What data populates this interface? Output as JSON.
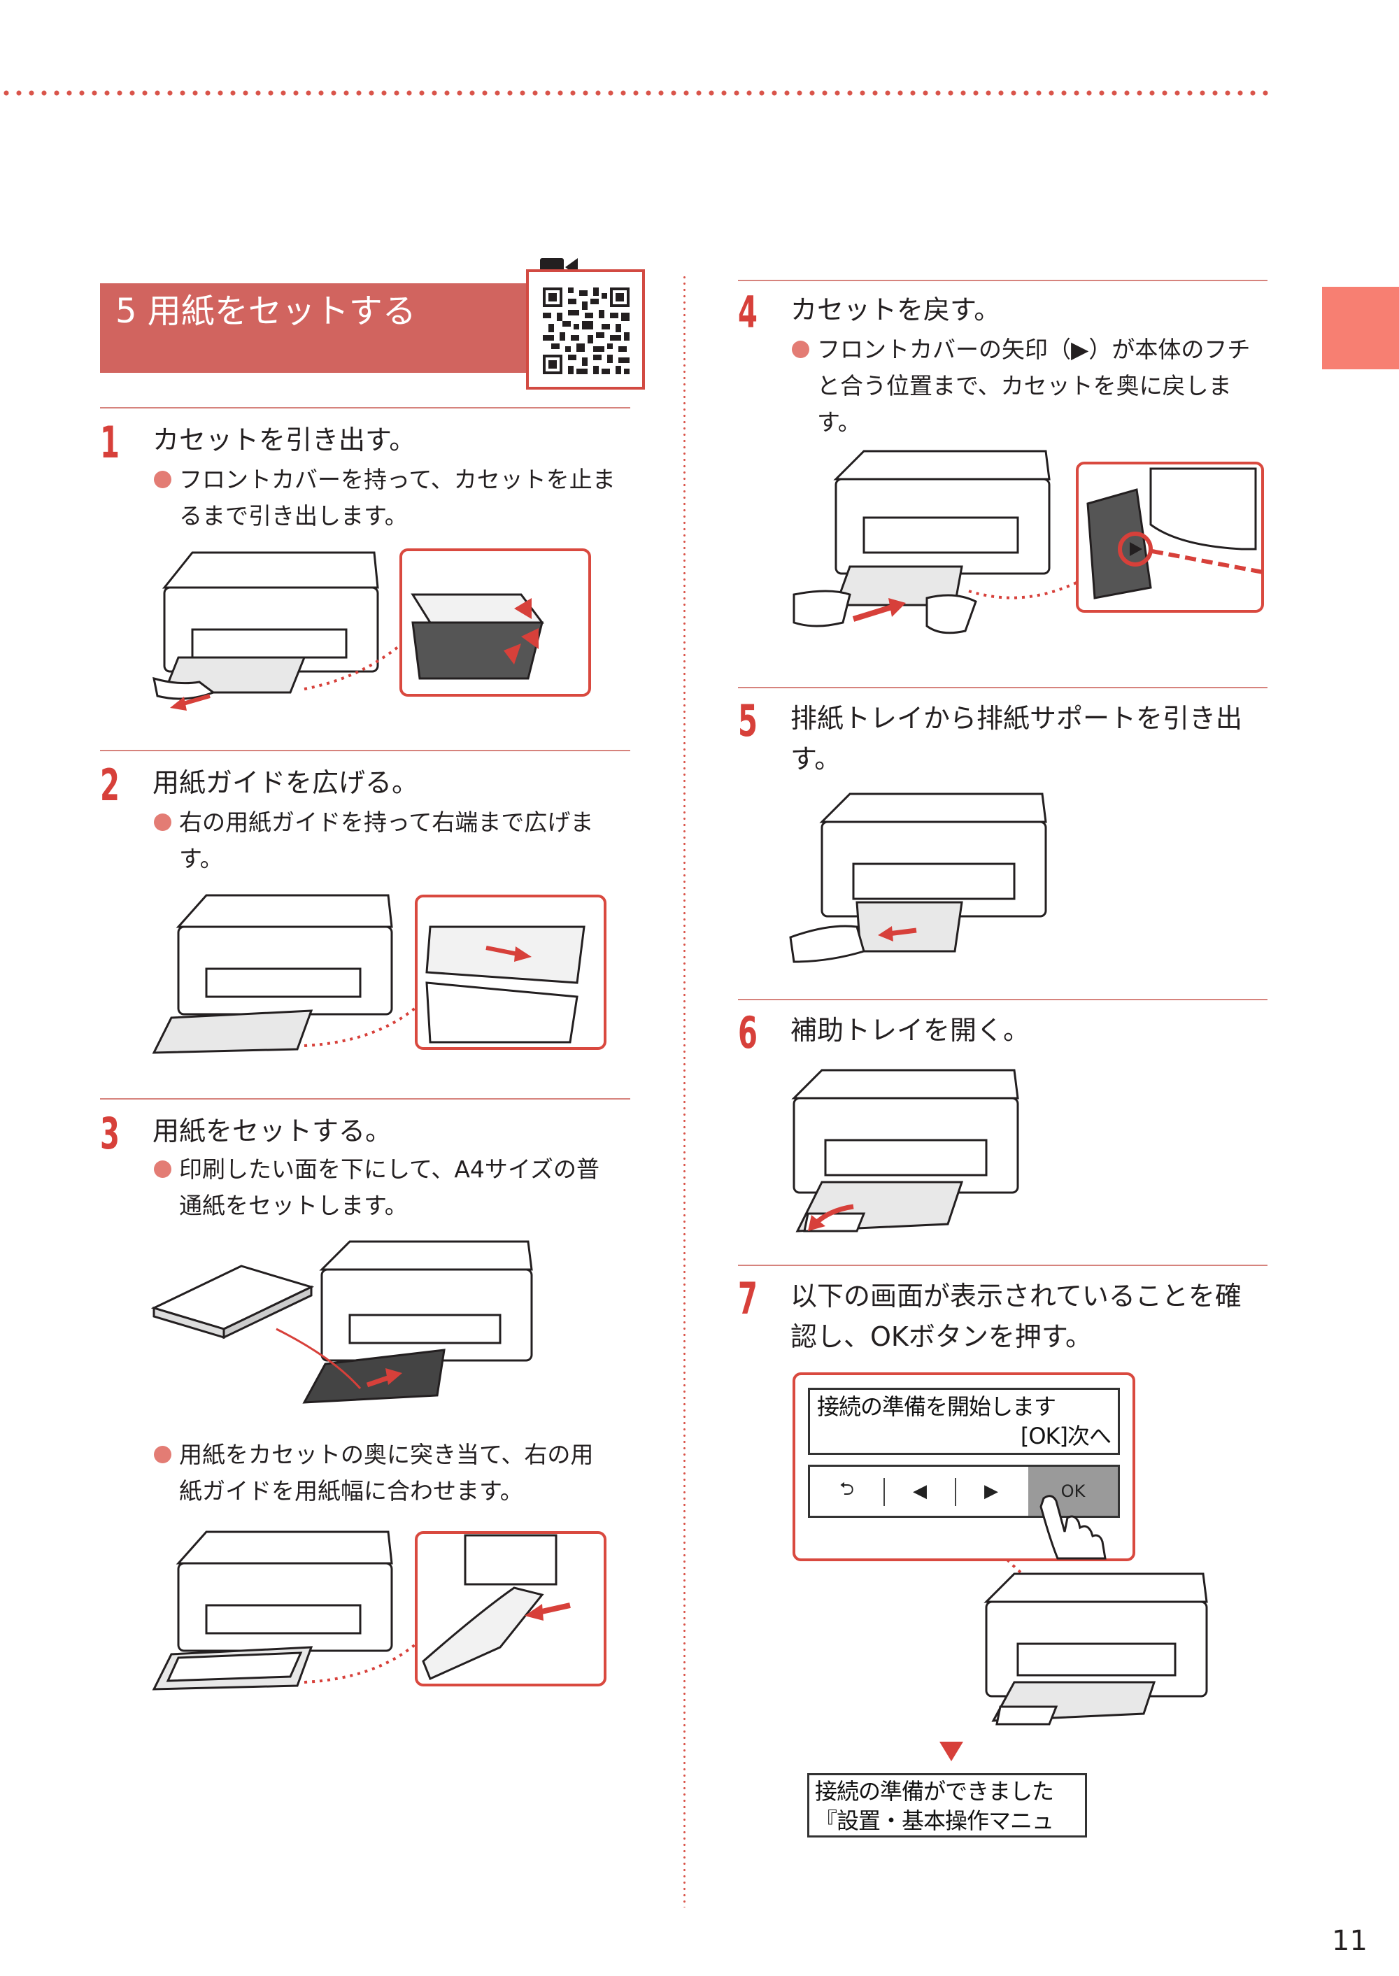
{
  "section": {
    "title": "5 用紙をセットする"
  },
  "steps": [
    {
      "num": "1",
      "title": "カセットを引き出す。",
      "bullets": [
        "フロントカバーを持って、カセットを止ま",
        "るまで引き出します。"
      ]
    },
    {
      "num": "2",
      "title": "用紙ガイドを広げる。",
      "bullets": [
        "右の用紙ガイドを持って右端まで広げま",
        "す。"
      ]
    },
    {
      "num": "3",
      "title": "用紙をセットする。",
      "bullets": [
        "印刷したい面を下にして、A4サイズの普",
        "通紙をセットします。"
      ],
      "bullets2": [
        "用紙をカセットの奥に突き当て、右の用",
        "紙ガイドを用紙幅に合わせます。"
      ]
    },
    {
      "num": "4",
      "title": "カセットを戻す。",
      "bullets": [
        "フロントカバーの矢印（▶）が本体のフチ",
        "と合う位置まで、カセットを奥に戻しま",
        "す。"
      ]
    },
    {
      "num": "5",
      "title": "排紙トレイから排紙サポートを引き出",
      "title2": "す。"
    },
    {
      "num": "6",
      "title": "補助トレイを開く。"
    },
    {
      "num": "7",
      "title": "以下の画面が表示されていることを確",
      "title2": "認し、OKボタンを押す。"
    }
  ],
  "lcd_screen1": {
    "line1": "接続の準備を開始します",
    "line2": "[OK]次へ",
    "btn_back": "⮌",
    "btn_left": "◀",
    "btn_right": "▶",
    "btn_ok": "OK"
  },
  "lcd_screen2": {
    "line1": "接続の準備ができました",
    "line2": "『設置・基本操作マニュ"
  },
  "page": {
    "number": "11"
  },
  "colors": {
    "accent": "#d7403a",
    "section_bar": "#d1645f",
    "side_tab": "#f77f72",
    "callout_border": "#d9493f"
  }
}
